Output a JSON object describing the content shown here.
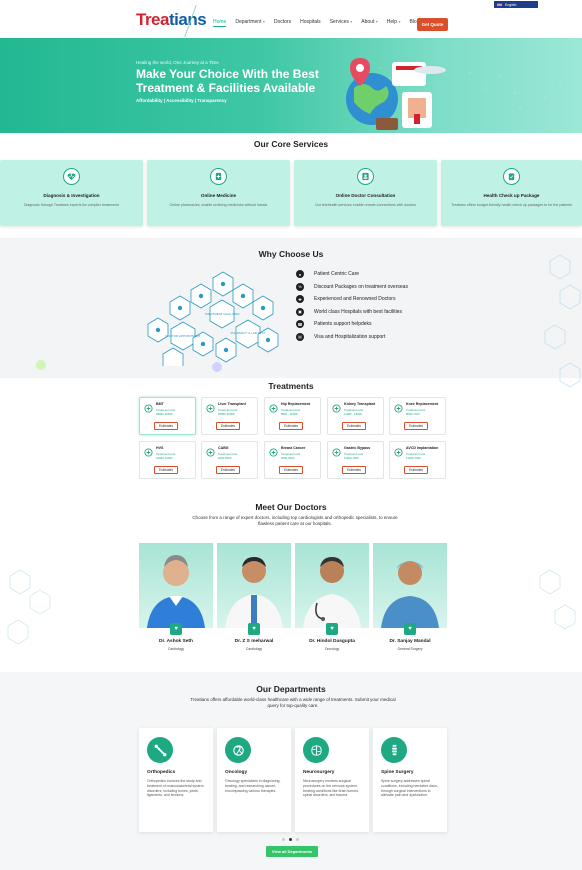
{
  "header": {
    "logo_part1": "Trea",
    "logo_part2": "tians",
    "nav": [
      {
        "label": "Home",
        "active": true,
        "caret": false
      },
      {
        "label": "Department",
        "active": false,
        "caret": true
      },
      {
        "label": "Doctors",
        "active": false,
        "caret": false
      },
      {
        "label": "Hospitals",
        "active": false,
        "caret": false
      },
      {
        "label": "Services",
        "active": false,
        "caret": true
      },
      {
        "label": "About",
        "active": false,
        "caret": true
      },
      {
        "label": "Help",
        "active": false,
        "caret": true
      },
      {
        "label": "Blog",
        "active": false,
        "caret": false
      }
    ],
    "quote_label": "Get Quote",
    "language": "English"
  },
  "hero": {
    "tagline": "Healing the world, One Journey at a Time",
    "title": "Make Your Choice With the Best Treatment & Facilities Available",
    "subtitle": "Affordability | Accessibility | Transparency"
  },
  "core_services": {
    "title": "Our Core Services",
    "items": [
      {
        "title": "Diagnosis & Investigation",
        "desc": "Diagnosis through Treatians experts for complex treatments",
        "icon": "heart-pulse-icon"
      },
      {
        "title": "Online Medicine",
        "desc": "Online pharmacies, enable ordering medicines without hassle",
        "icon": "medicine-icon"
      },
      {
        "title": "Online Doctor Consultation",
        "desc": "Our telehealth services enable remote connections with doctors",
        "icon": "consultation-icon"
      },
      {
        "title": "Health Check up Package",
        "desc": "Treatians offers budget-friendly health check up packages to for the patients",
        "icon": "clipboard-check-icon"
      }
    ]
  },
  "why": {
    "title": "Why Choose Us",
    "items": [
      "Patient Centric Care",
      "Discount Packages on treatment overseas",
      "Experienced and Renowned Doctors",
      "World class Hospitals with best facilities",
      "Patients support helpdeks",
      "Visa and Hospitalization support"
    ],
    "hex_labels": [
      "TREATMENT FACILITIES",
      "PHARMACY & LAB TEST",
      "DOCTOR APPOINTMENT"
    ]
  },
  "treatments": {
    "title": "Treatments",
    "cost_label": "Treatment Cost",
    "button_label": "Estimates",
    "items": [
      {
        "name": "BMT",
        "cost": "28000-60000"
      },
      {
        "name": "Liver Transplant",
        "cost": "25000-45000"
      },
      {
        "name": "Hip Replacement",
        "cost": "5800 - 10000"
      },
      {
        "name": "Kidney Transplant",
        "cost": "11000 - 16000"
      },
      {
        "name": "Knee Replacement",
        "cost": "8000-7000"
      },
      {
        "name": "HVS",
        "cost": "10000-12000"
      },
      {
        "name": "CABG",
        "cost": "5200-8000"
      },
      {
        "name": "Breast Cancer",
        "cost": "6500-9000"
      },
      {
        "name": "Gastric Bypass",
        "cost": "11000-7000"
      },
      {
        "name": "AVCD Implantation",
        "cost": "11000-7000"
      }
    ]
  },
  "doctors": {
    "title": "Meet Our Doctors",
    "desc": "Choose from a range of expert doctors, including top cardiologists and orthopedic specialists, to ensure flawless patient care at our hospitals.",
    "items": [
      {
        "name": "Dr. Ashok Seth",
        "spec": "Cardiology"
      },
      {
        "name": "Dr. Z S meharwal",
        "spec": "Cardiology"
      },
      {
        "name": "Dr. Hindol Dasgupta",
        "spec": "Oncology"
      },
      {
        "name": "Dr. Sanjay Mandal",
        "spec": "General Surgery"
      }
    ]
  },
  "departments": {
    "title": "Our Departments",
    "desc": "Treatians offers affordable world-class healthcare with a wide range of treatments. Submit your medical query for top-quality care.",
    "items": [
      {
        "title": "Orthopedics",
        "desc": "Orthopedics involves the study and treatment of musculoskeletal system disorders, including bones, joints, ligaments, and tendons."
      },
      {
        "title": "Oncology",
        "desc": "Oncology specializes in diagnosing, treating, and researching cancer, encompassing various therapies."
      },
      {
        "title": "Neurosurgery",
        "desc": "Neurosurgery involves surgical procedures on the nervous system, treating conditions like brain tumors, spinal disorders, and trauma."
      },
      {
        "title": "Spine Surgery",
        "desc": "Spine surgery addresses spinal conditions, including herniated discs, through surgical interventions to alleviate pain and dysfunction."
      }
    ],
    "view_all_label": "View all Departments"
  },
  "colors": {
    "brand_green": "#1ea983",
    "brand_red": "#d3232f",
    "brand_blue": "#0f5fa8",
    "cta_orange": "#d94f2b",
    "cta_green": "#36c46a"
  }
}
